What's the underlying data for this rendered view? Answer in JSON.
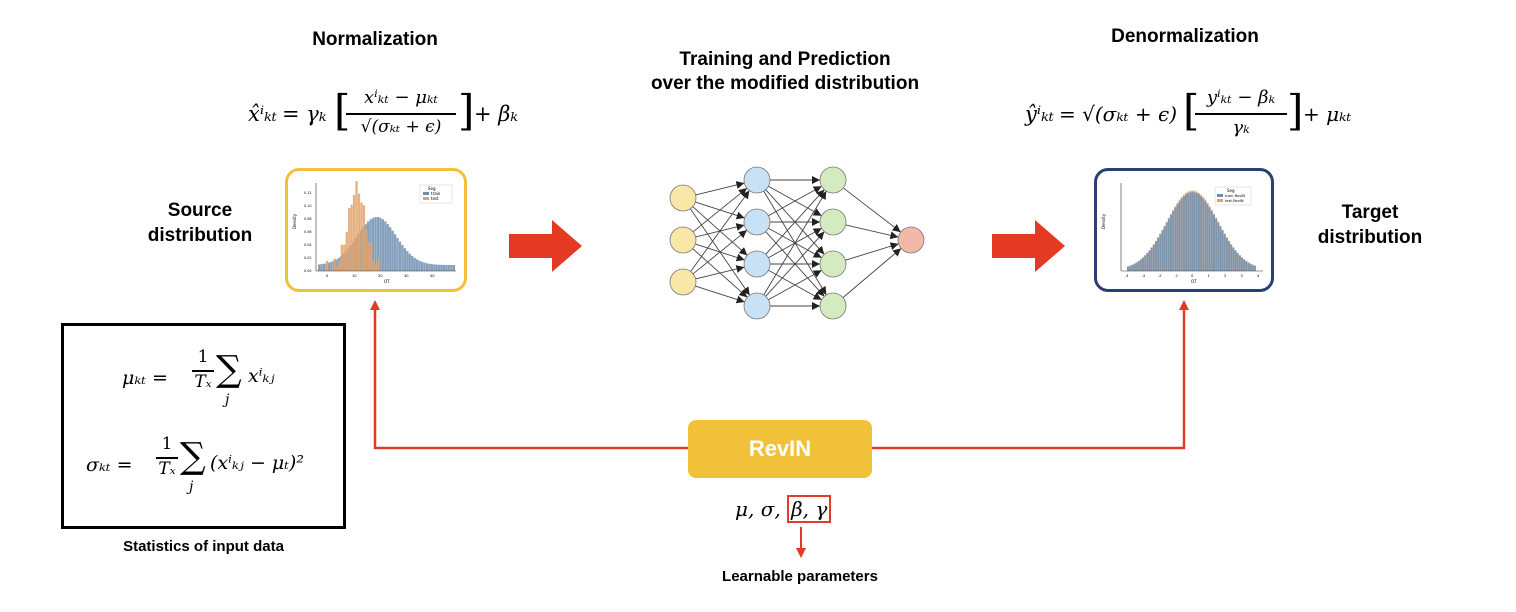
{
  "headings": {
    "normalization": "Normalization",
    "training_line1": "Training and Prediction",
    "training_line2": "over the modified distribution",
    "denormalization": "Denormalization"
  },
  "labels": {
    "source_line1": "Source",
    "source_line2": "distribution",
    "target_line1": "Target",
    "target_line2": "distribution",
    "stats_caption": "Statistics of input data",
    "learnable_caption": "Learnable parameters"
  },
  "revin": {
    "label": "RevIN",
    "params_prefix": "μ, σ, ",
    "params_highlight": "β, γ"
  },
  "formulas": {
    "norm_lhs": "x̂ⁱₖₜ",
    "norm_rhs_gamma": "= γₖ",
    "norm_num": "xⁱₖₜ − μₖₜ",
    "norm_den": "√(σₖₜ + ϵ)",
    "norm_beta": "+ βₖ",
    "denorm_lhs": "ŷⁱₖₜ",
    "denorm_sqrt": "= √(σₖₜ + ϵ)",
    "denorm_num": "yⁱₖₜ − βₖ",
    "denorm_den": "γₖ",
    "denorm_mu": "+ μₖₜ",
    "mu_lhs": "μₖₜ =",
    "frac_num": "1",
    "frac_den": "Tₓ",
    "sum": "∑",
    "sum_index": "j",
    "mu_term": "xⁱₖⱼ",
    "sigma_lhs": "σₖₜ =",
    "sigma_term": "(xⁱₖⱼ − μₜ)²"
  },
  "source_plot": {
    "legend_title": "Seg",
    "legend_items": [
      "train",
      "test"
    ],
    "xlabel": "OT",
    "ylabel": "Density",
    "yticks": [
      "0.00",
      "0.02",
      "0.04",
      "0.06",
      "0.08",
      "0.10",
      "0.12"
    ],
    "xticks": [
      "0",
      "10",
      "20",
      "30",
      "40"
    ]
  },
  "target_plot": {
    "legend_title": "Seg",
    "legend_items": [
      "train-RevIN",
      "test-RevIN"
    ],
    "xlabel": "OT",
    "ylabel": "Density",
    "xticks": [
      "-4",
      "-3",
      "-2",
      "-1",
      "0",
      "1",
      "2",
      "3",
      "4"
    ]
  },
  "colors": {
    "arrow_red": "#e43a24",
    "source_border": "#f2c13a",
    "target_border": "#2a3f73",
    "revin_fill": "#f2c13a",
    "node_input": "#f9e7a7",
    "node_hidden1": "#c9e1f5",
    "node_hidden2": "#d4ebc1",
    "node_output": "#f2b8a8",
    "hist_blue": "#6f8fb1",
    "hist_orange": "#e2a36b"
  }
}
